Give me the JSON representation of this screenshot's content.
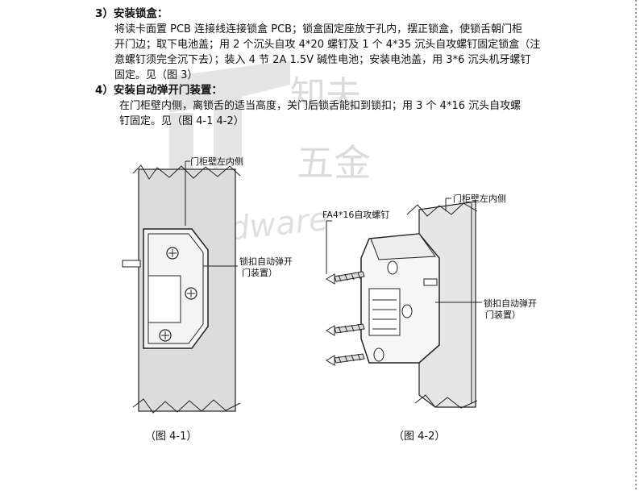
{
  "section3": {
    "heading": "3）安装锁盒：",
    "lines": [
      "将读卡面置 PCB 连接线连接锁盒 PCB；锁盒固定座放于孔内，摆正锁盒，使锁舌朝门柜",
      "开门边；取下电池盖；用 2 个沉头自攻 4*20 螺钉及 1 个 4*35 沉头自攻螺钉固定锁盒（注",
      "意螺钉须完全沉下去）；装入 4 节 2A 1.5V 碱性电池；安装电池盖，用 3*6 沉头机牙螺钉",
      "固定。见（图 3）"
    ]
  },
  "section4": {
    "heading": "4）安装自动弹开门装置：",
    "lines": [
      "在门柜壁内侧，离锁舌的适当高度，关门后锁舌能扣到锁扣；用 3 个 4*16 沉头自攻螺",
      "钉固定。见（图 4-1  4-2）"
    ]
  },
  "watermark": {
    "line1": "知夫",
    "line2": "五金",
    "line3": "Hardware"
  },
  "figure1": {
    "label_wall": "门柜壁左内侧",
    "label_device_1": "锁扣自动弹开",
    "label_device_2": "门装置）",
    "caption": "（图  4-1）"
  },
  "figure2": {
    "label_wall": "门柜壁左内侧",
    "label_screw": "FA4*16自攻螺钉",
    "label_device_1": "锁扣自动弹开",
    "label_device_2": "门装置）",
    "caption": "（图  4-2）"
  }
}
